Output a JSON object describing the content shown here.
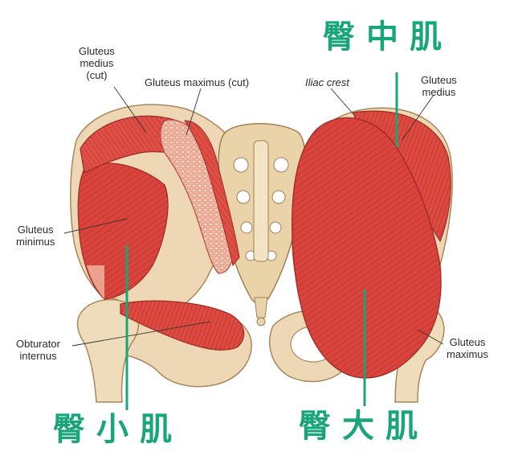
{
  "labels": {
    "gluteus_medius_cut": [
      "Gluteus",
      "medius",
      "(cut)"
    ],
    "gluteus_maximus_cut": "Gluteus maximus (cut)",
    "iliac_crest": "Iliac crest",
    "gluteus_medius_right": [
      "Gluteus",
      "medius"
    ],
    "gluteus_minimus": [
      "Gluteus",
      "minimus"
    ],
    "obturator_internus": [
      "Obturator",
      "internus"
    ],
    "gluteus_maximus_right": [
      "Gluteus",
      "maximus"
    ]
  },
  "chinese_labels": {
    "gluteus_medius": "臀中肌",
    "gluteus_minimus": "臀小肌",
    "gluteus_maximus": "臀大肌"
  },
  "colors": {
    "muscle": "#d9443c",
    "muscle_light": "#e98a7e",
    "bone": "#edd7b4",
    "bone_shadow": "#d5b486",
    "accent_green": "#18a57a",
    "text": "#2b2b2b"
  }
}
